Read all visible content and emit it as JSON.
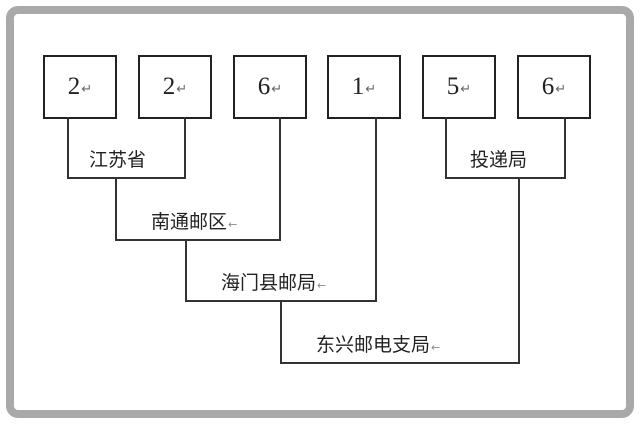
{
  "diagram": {
    "title": "",
    "digit_boxes": [
      {
        "value": "2",
        "mark": "↵"
      },
      {
        "value": "2",
        "mark": "↵"
      },
      {
        "value": "6",
        "mark": "↵"
      },
      {
        "value": "1",
        "mark": "↵"
      },
      {
        "value": "5",
        "mark": "↵"
      },
      {
        "value": "6",
        "mark": "↵"
      }
    ],
    "labels": {
      "province": {
        "text": "江苏省",
        "mark": ""
      },
      "district": {
        "text": "南通邮区",
        "mark": "←"
      },
      "county": {
        "text": "海门县邮局",
        "mark": "←"
      },
      "delivery": {
        "text": "投递局",
        "mark": ""
      },
      "branch": {
        "text": "东兴邮电支局",
        "mark": "←"
      }
    },
    "colors": {
      "frame": "#a9a9a9",
      "line": "#333333",
      "text": "#222222"
    }
  }
}
